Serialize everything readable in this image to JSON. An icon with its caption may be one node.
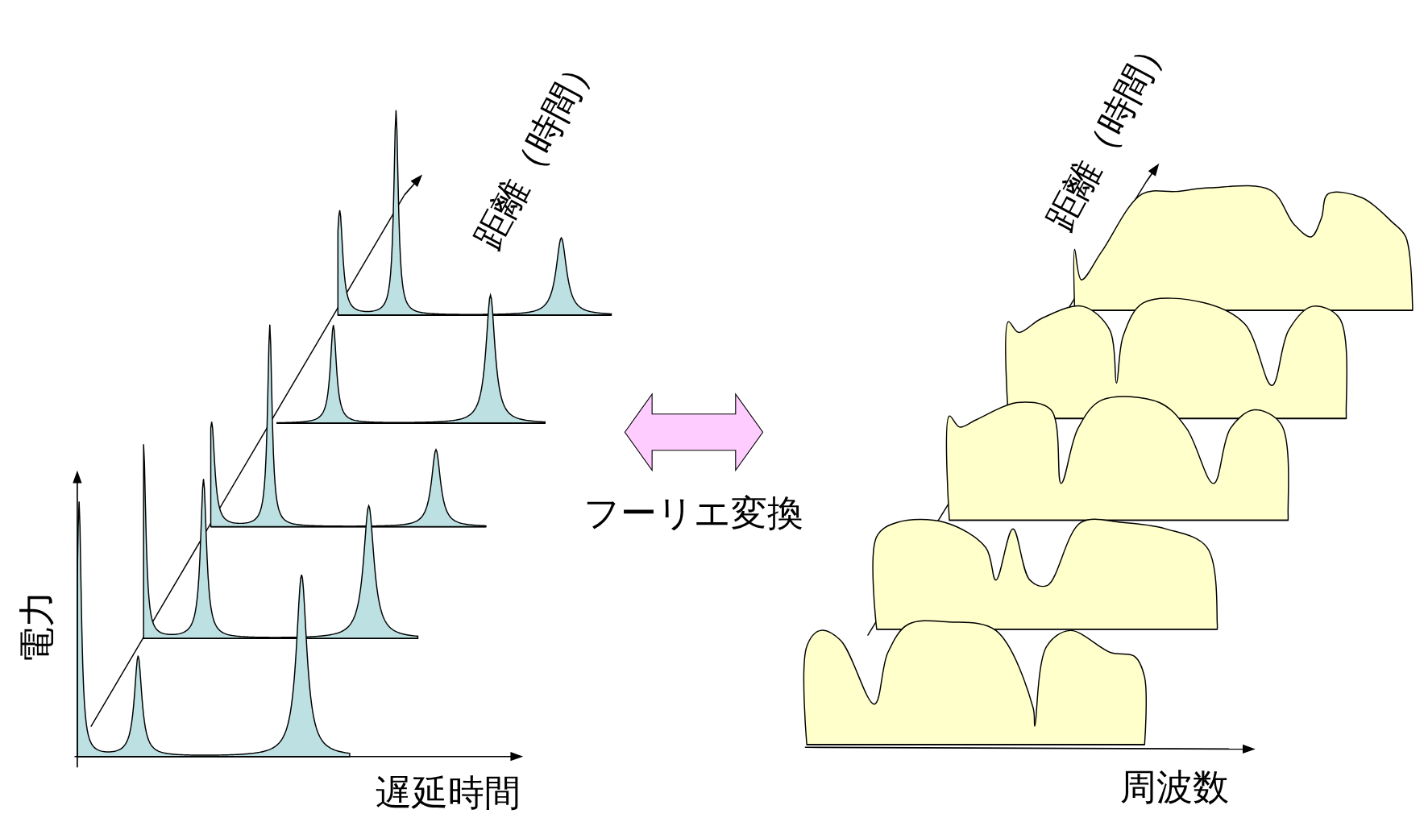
{
  "diagram": {
    "nodes": [
      {
        "text": [],
        "shape": "picture"
      },
      {
        "text": [],
        "shape": "picture"
      }
    ],
    "edges": [
      {
        "from": 0,
        "to": 1,
        "arrow": "both",
        "label": "フーリエ変換",
        "color": "#ffccff"
      }
    ],
    "labels": [
      "距離（時間）",
      "電力",
      "遅延時間",
      "距離（時間）",
      "周波数"
    ]
  }
}
